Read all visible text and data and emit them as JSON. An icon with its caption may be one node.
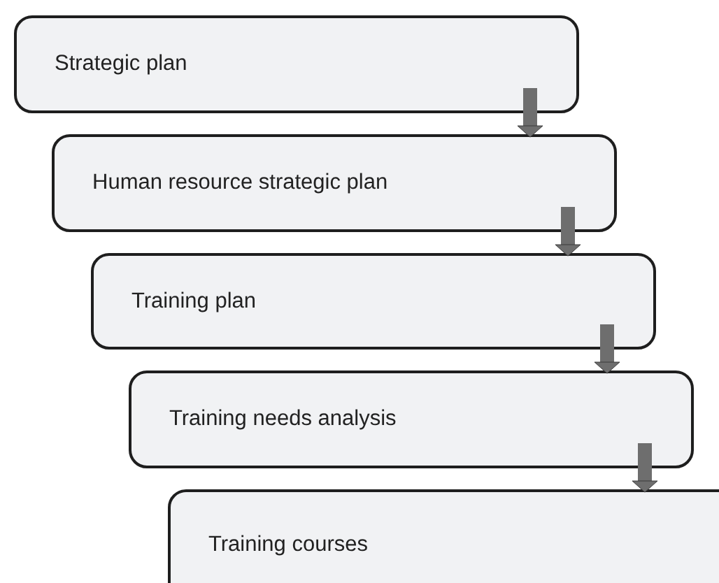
{
  "diagram": {
    "nodes": [
      {
        "text": [
          "Strategic plan"
        ]
      },
      {
        "text": [
          "Human resource strategic plan"
        ]
      },
      {
        "text": [
          "Training plan"
        ]
      },
      {
        "text": [
          "Training needs analysis"
        ]
      },
      {
        "text": [
          "Training courses"
        ]
      }
    ],
    "edges": [
      {
        "from": 0,
        "to": 1,
        "arrow": "to"
      },
      {
        "from": 1,
        "to": 2,
        "arrow": "to"
      },
      {
        "from": 2,
        "to": 3,
        "arrow": "to"
      },
      {
        "from": 3,
        "to": 4,
        "arrow": "to"
      }
    ]
  }
}
